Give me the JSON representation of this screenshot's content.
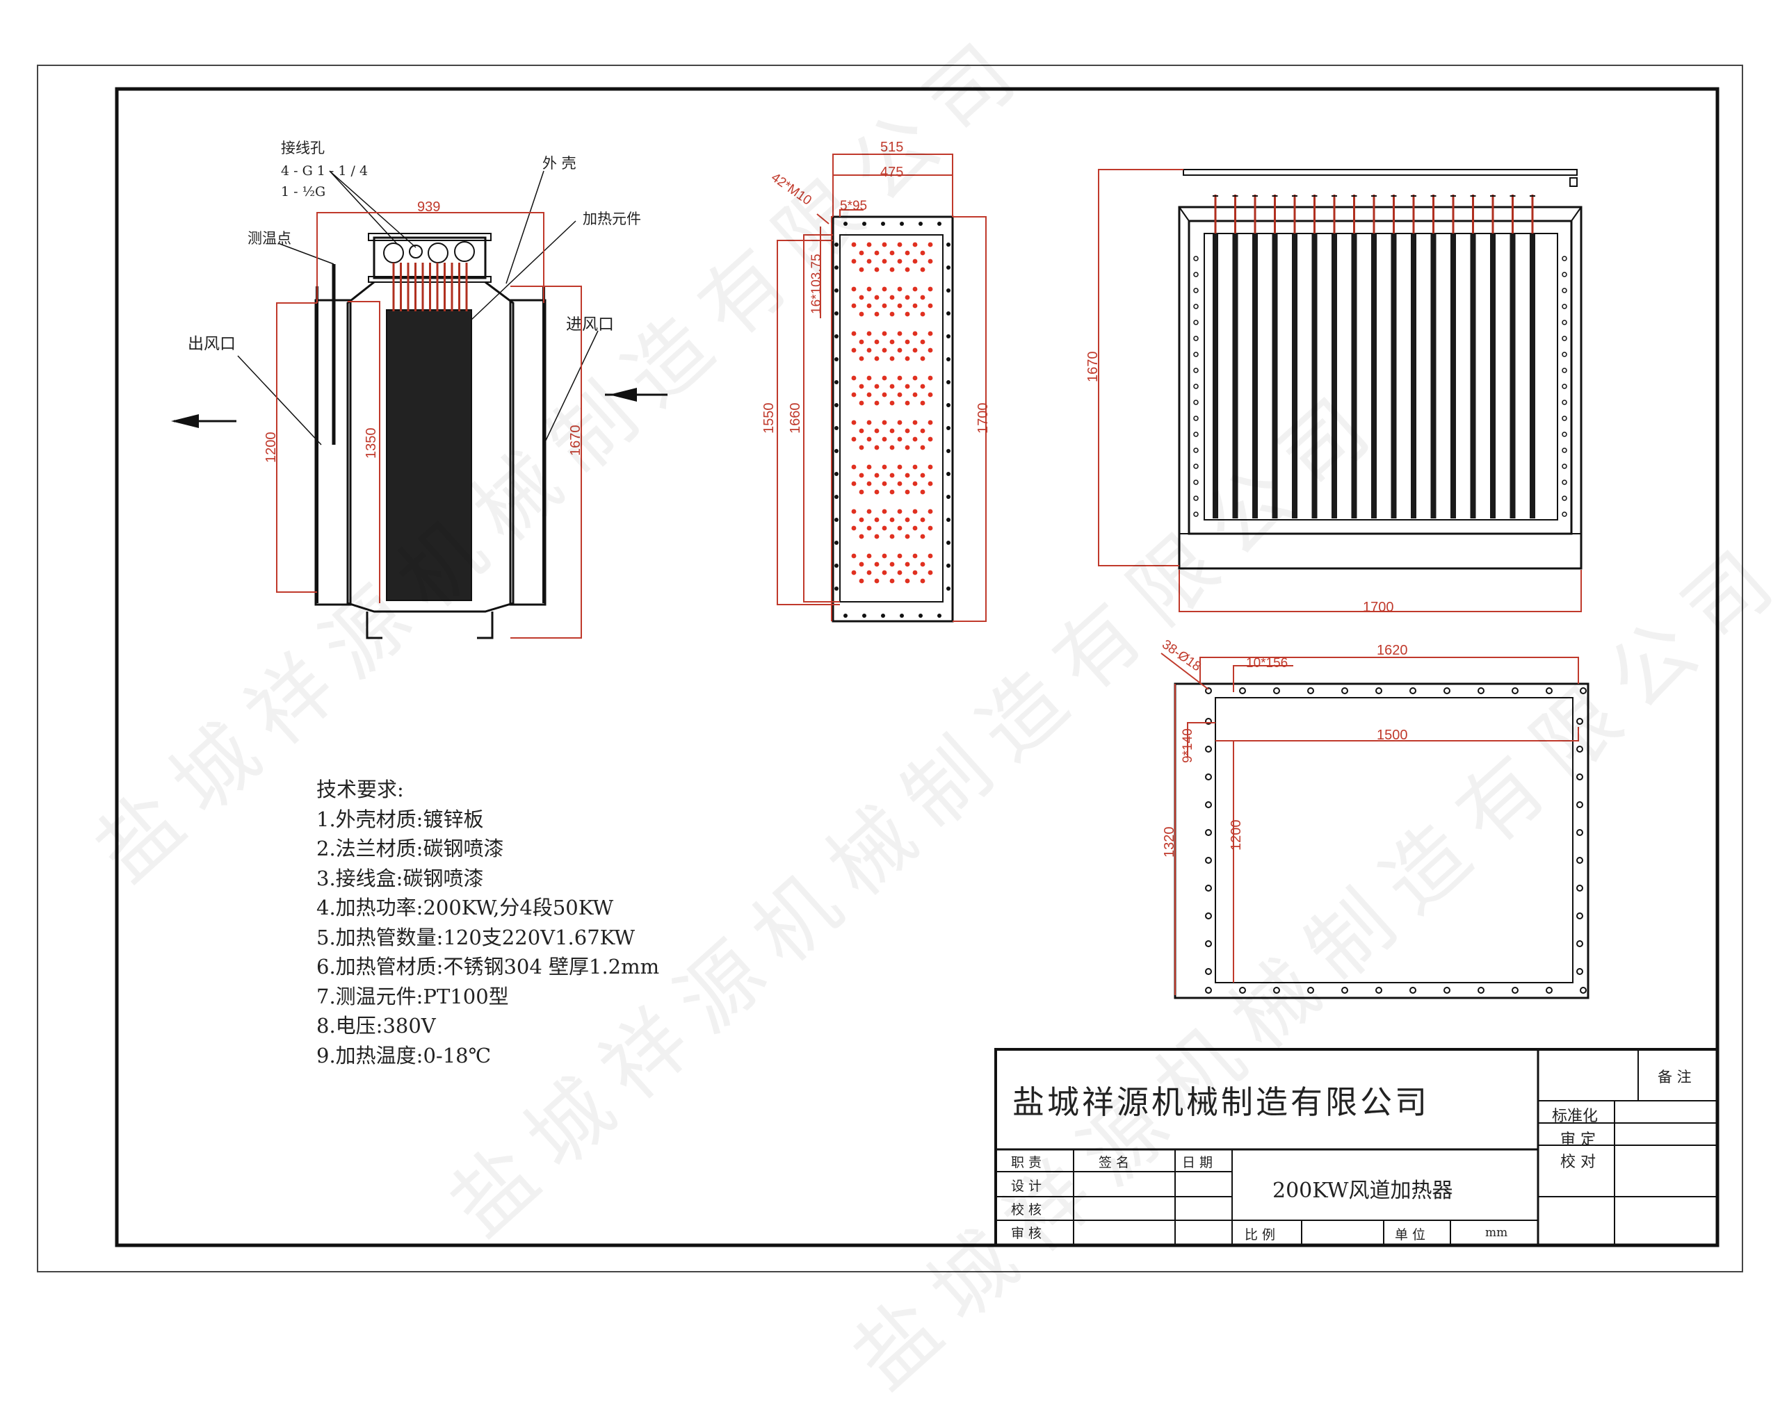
{
  "labels": {
    "wiring_hole": "接线孔",
    "wiring_spec_line1": "4 - G 1 - 1 / 4",
    "wiring_spec_line2": "1 - ½G",
    "shell": "外  壳",
    "heating_element": "加热元件",
    "temp_point": "测温点",
    "outlet": "出风口",
    "inlet": "进风口"
  },
  "dimensions": {
    "side_width": "939",
    "side_1200": "1200",
    "side_1350": "1350",
    "side_1670": "1670",
    "flange_515": "515",
    "flange_475": "475",
    "flange_bolts": "42*M10",
    "flange_pitch_top": "5*95",
    "flange_pitch_side": "16*103.75",
    "flange_1550": "1550",
    "flange_1660": "1660",
    "flange_1700": "1700",
    "front_1670": "1670",
    "front_1700": "1700",
    "bottom_holes": "38-Ø18",
    "bottom_pitch_top": "10*156",
    "bottom_pitch_side": "9*140",
    "bottom_1620": "1620",
    "bottom_1500": "1500",
    "bottom_1320": "1320",
    "bottom_1200": "1200"
  },
  "tech_requirements": {
    "title": "技术要求:",
    "items": [
      "1.外壳材质:镀锌板",
      "2.法兰材质:碳钢喷漆",
      "3.接线盒:碳钢喷漆",
      "4.加热功率:200KW,分4段50KW",
      "5.加热管数量:120支220V1.67KW",
      "6.加热管材质:不锈钢304 壁厚1.2mm",
      "7.测温元件:PT100型",
      "8.电压:380V",
      "9.加热温度:0-18℃"
    ]
  },
  "title_block": {
    "company": "盐城祥源机械制造有限公司",
    "product": "200KW风道加热器",
    "remarks": "备 注",
    "standardization": "标准化",
    "approval": "审 定",
    "proofread": "校 对",
    "position": "职 责",
    "signature": "签 名",
    "date": "日 期",
    "design": "设 计",
    "check": "校 核",
    "review": "审 核",
    "scale": "比 例",
    "unit_label": "单 位",
    "unit": "mm"
  },
  "watermark": "盐城祥源机械制造有限公司",
  "colors": {
    "line": "#111111",
    "dimension": "#c0392b",
    "hole_red": "#e03020"
  }
}
